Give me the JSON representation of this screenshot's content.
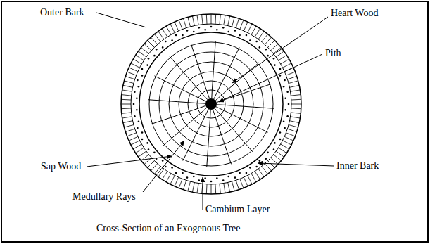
{
  "diagram": {
    "caption": "Cross-Section of an Exogenous Tree",
    "labels": [
      "Outer Bark",
      "Heart Wood",
      "Pith",
      "Inner Bark",
      "Sap Wood",
      "Medullary Rays",
      "Cambium Layer"
    ]
  }
}
